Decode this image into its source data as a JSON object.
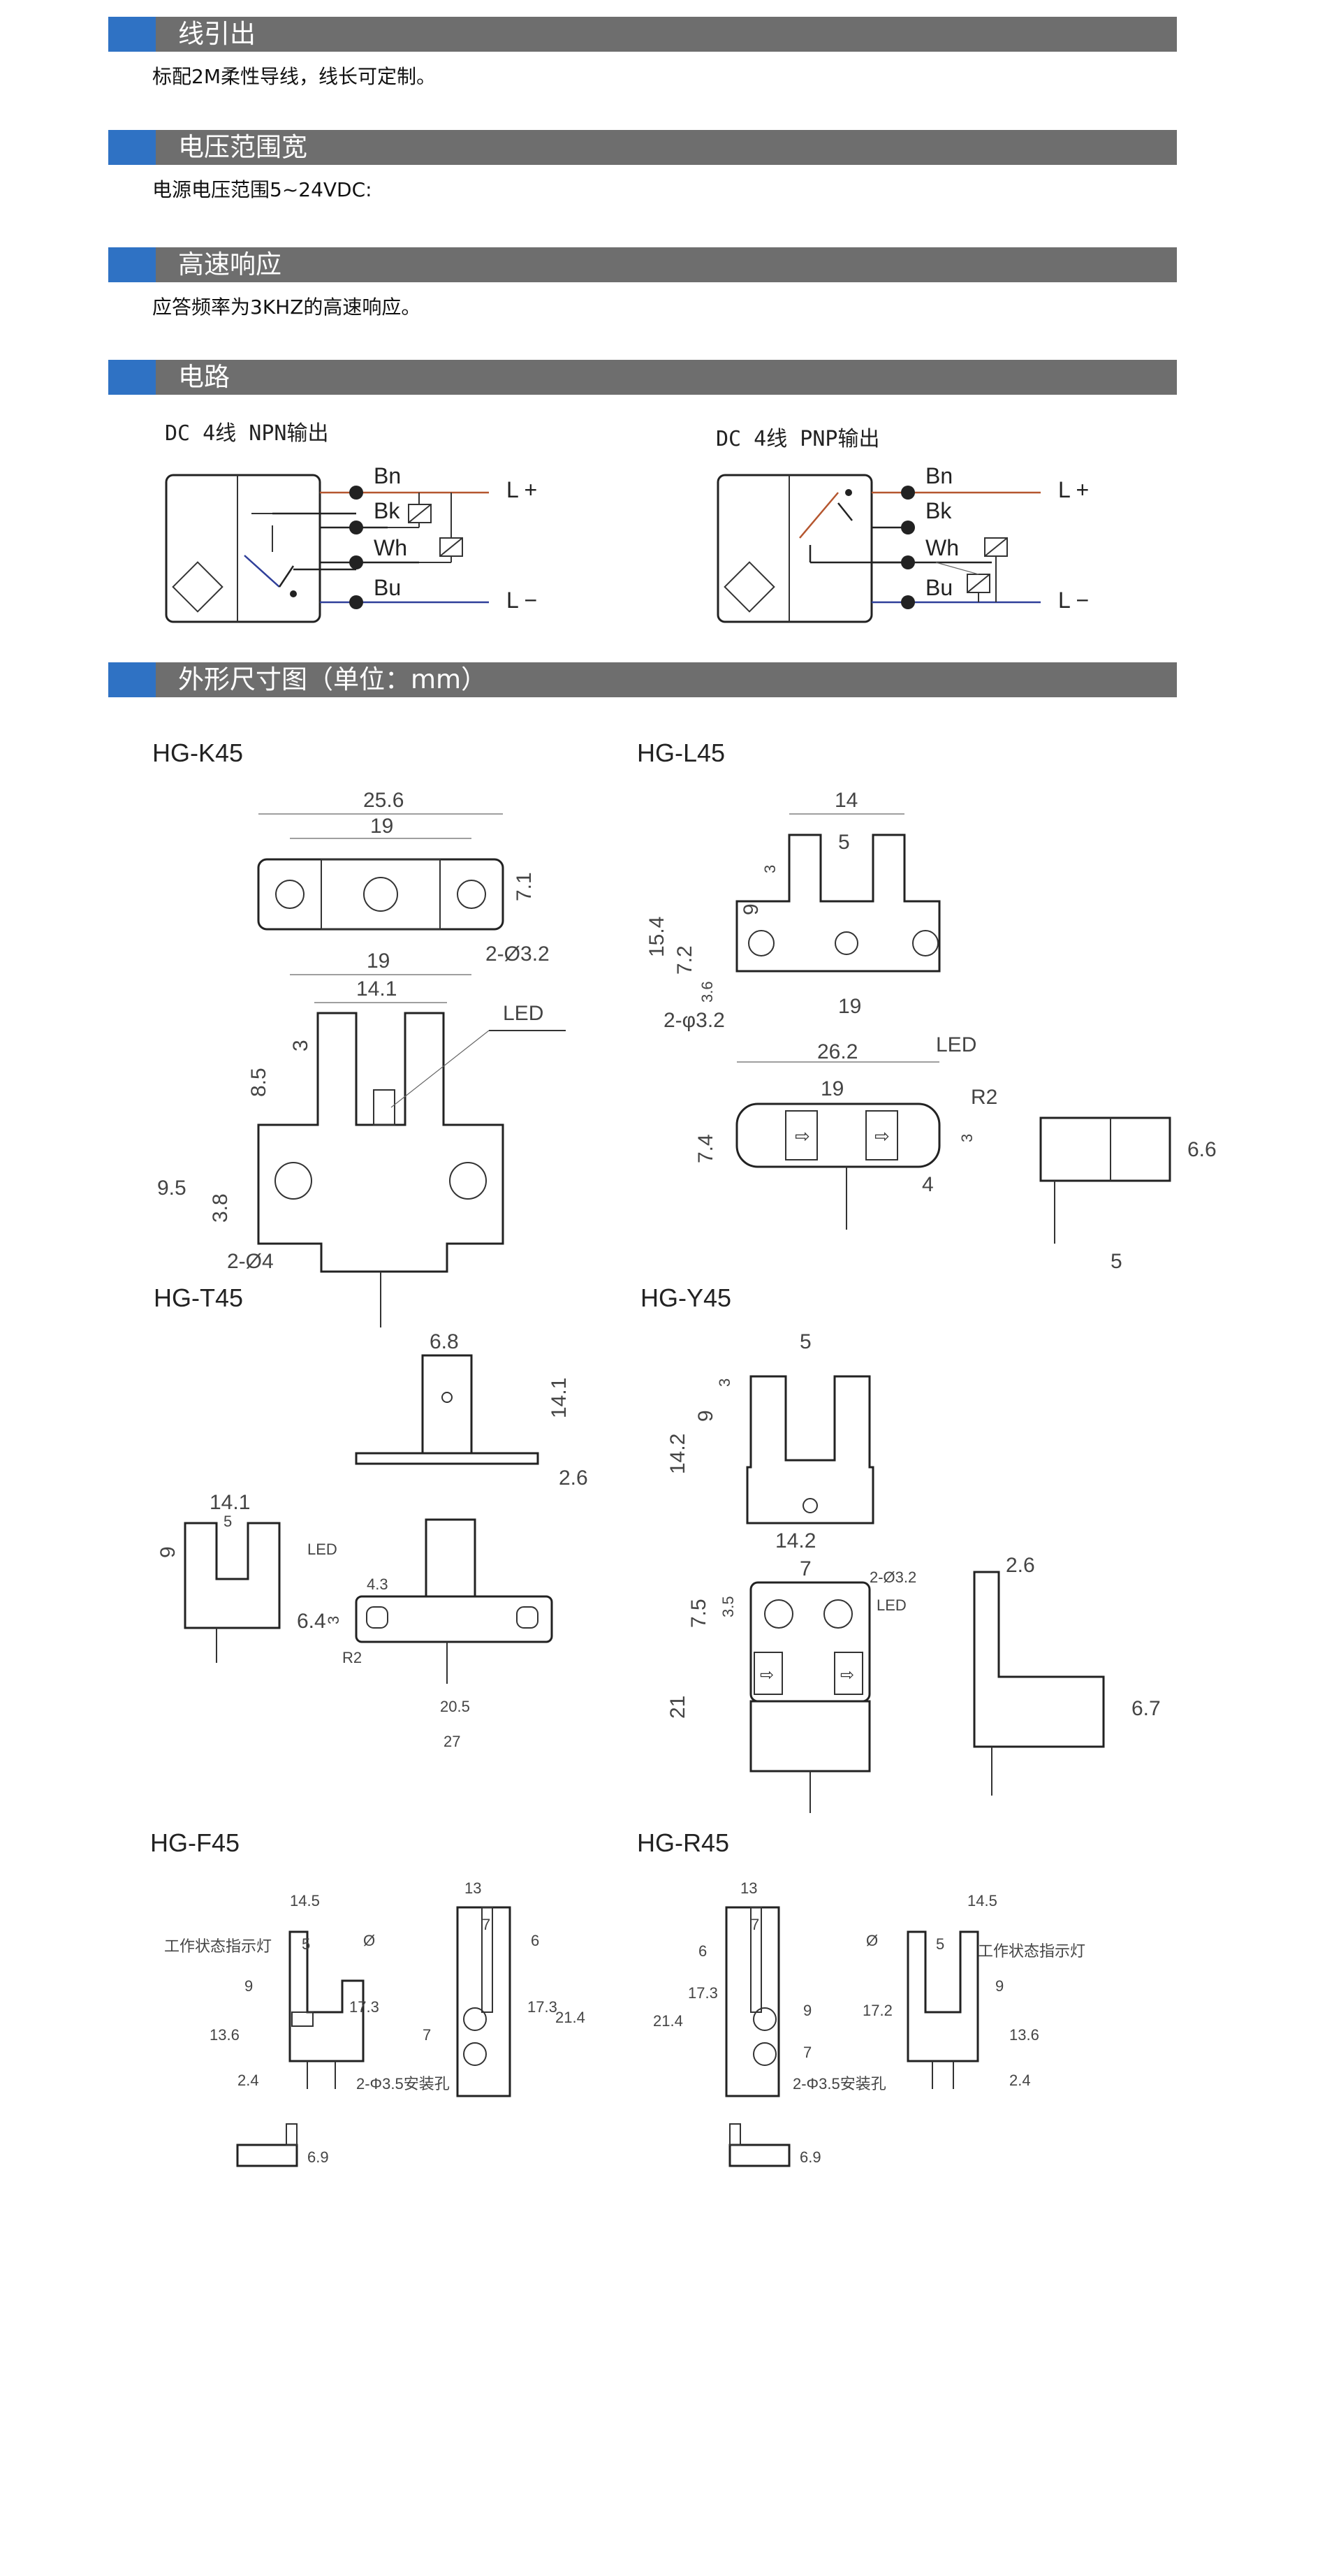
{
  "sections": [
    {
      "title": "线引出",
      "desc": "标配2M柔性导线，线长可定制。"
    },
    {
      "title": "电压范围宽",
      "desc": "电源电压范围5~24VDC:"
    },
    {
      "title": "高速响应",
      "desc": "应答频率为3KHZ的高速响应。"
    },
    {
      "title": "电路",
      "desc": ""
    },
    {
      "title": "外形尺寸图（单位：mm）",
      "desc": ""
    }
  ],
  "circuits": {
    "npn": {
      "title": "DC 4线 NPN输出"
    },
    "pnp": {
      "title": "DC 4线 PNP输出"
    },
    "wires": [
      "Bn",
      "Bk",
      "Wh",
      "Bu"
    ],
    "plus": "L +",
    "minus": "L −",
    "colors": {
      "brown": "#b5562f",
      "blue": "#2f3f9a",
      "black": "#222222"
    }
  },
  "models": {
    "k45": {
      "name": "HG-K45",
      "dims": [
        "25.6",
        "19",
        "7.1",
        "2-Ø3.2",
        "19",
        "14.1",
        "LED",
        "3",
        "8.5",
        "9.5",
        "3.8",
        "2-Ø4"
      ]
    },
    "l45": {
      "name": "HG-L45",
      "dims": [
        "14",
        "5",
        "3",
        "9",
        "15.4",
        "7.2",
        "3.6",
        "2-φ3.2",
        "19",
        "26.2",
        "LED",
        "19",
        "R2",
        "3",
        "7.4",
        "4",
        "6.6",
        "5"
      ]
    },
    "t45": {
      "name": "HG-T45",
      "dims": [
        "6.8",
        "14.1",
        "2.6",
        "14.1",
        "5",
        "9",
        "LED",
        "4.3",
        "6.4",
        "3",
        "R2",
        "20.5",
        "27"
      ]
    },
    "y45": {
      "name": "HG-Y45",
      "dims": [
        "5",
        "3",
        "9",
        "14.2",
        "14.2",
        "7",
        "2-Ø3.2",
        "3.5",
        "7.5",
        "LED",
        "21",
        "2.6",
        "6.7"
      ]
    },
    "f45": {
      "name": "HG-F45",
      "dims": [
        "14.5",
        "5",
        "工作状态指示灯",
        "9",
        "13.6",
        "2.4",
        "17.3",
        "Ø",
        "6.9",
        "13",
        "7",
        "6",
        "17.3",
        "21.4",
        "7",
        "2-Φ3.5安装孔"
      ]
    },
    "r45": {
      "name": "HG-R45",
      "dims": [
        "13",
        "7",
        "6",
        "17.3",
        "21.4",
        "9",
        "7",
        "2-Φ3.5安装孔",
        "6.9",
        "14.5",
        "5",
        "Ø",
        "工作状态指示灯",
        "9",
        "17.2",
        "13.6",
        "2.4"
      ]
    }
  }
}
